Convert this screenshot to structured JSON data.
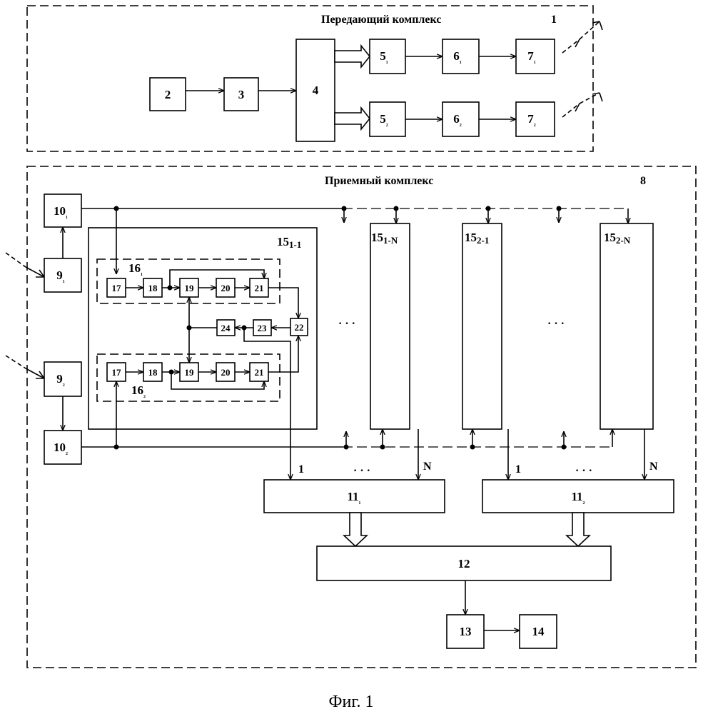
{
  "transmit": {
    "title": "Передающий комплекс",
    "num": "1"
  },
  "receive": {
    "title": "Приемный комплекс",
    "num": "8"
  },
  "blocks": {
    "b2": "2",
    "b3": "3",
    "b4": "4",
    "b5": "5",
    "b5a": "₁",
    "b5b": "₂",
    "b6": "6",
    "b6a": "₁",
    "b6b": "₂",
    "b7": "7",
    "b7a": "₁",
    "b7b": "₂",
    "b9": "9",
    "b9a": "₁",
    "b9b": "₂",
    "b10": "10",
    "b10a": "₁",
    "b10b": "₂",
    "b11": "11",
    "b11a": "₁",
    "b11b": "₂",
    "b12": "12",
    "b13": "13",
    "b14": "14",
    "b15": "15",
    "s1_1": "1-1",
    "s1_N": "1-N",
    "s2_1": "2-1",
    "s2_N": "2-N",
    "b16": "16",
    "b16a": "₁",
    "b16b": "₂",
    "n17": "17",
    "n18": "18",
    "n19": "19",
    "n20": "20",
    "n21": "21",
    "n22": "22",
    "n23": "23",
    "n24": "24"
  },
  "labels": {
    "one": "1",
    "N": "N",
    "ellipsis": "· · ·"
  },
  "caption": "Фиг. 1"
}
